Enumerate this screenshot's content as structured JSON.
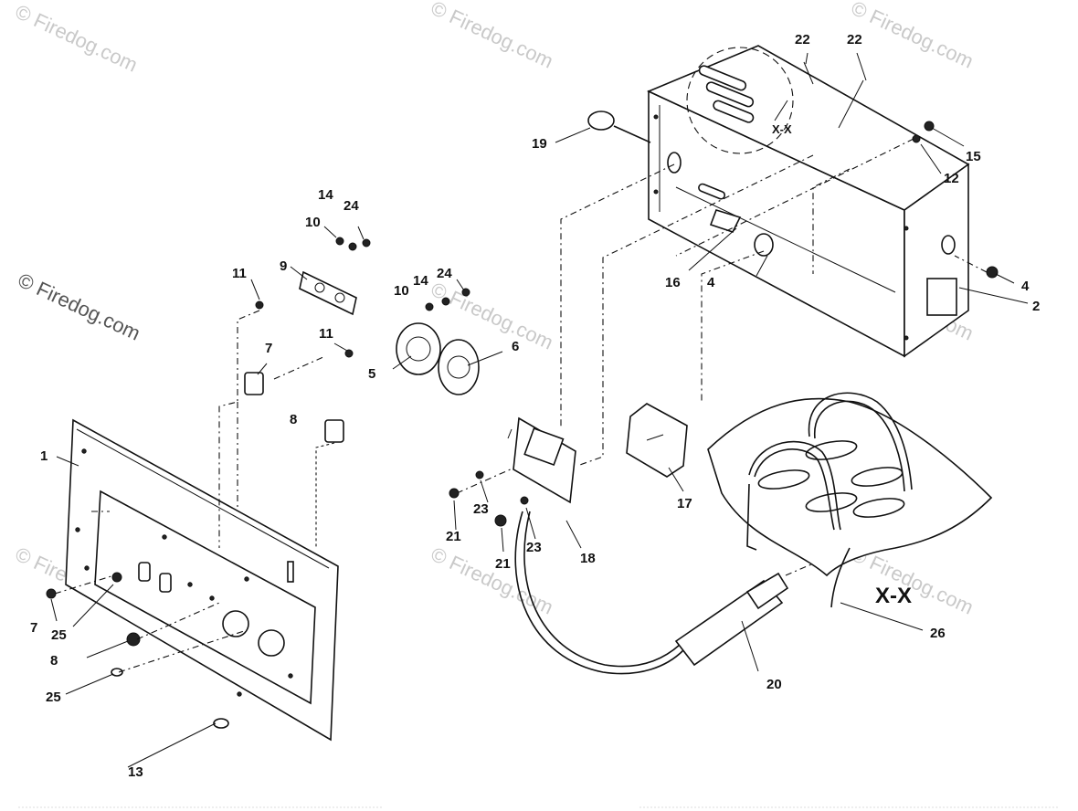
{
  "watermark": "© Firedog.com",
  "callouts": {
    "n1": "1",
    "n2": "2",
    "n4a": "4",
    "n4b": "4",
    "n5": "5",
    "n6": "6",
    "n7a": "7",
    "n7b": "7",
    "n8a": "8",
    "n8b": "8",
    "n9": "9",
    "n10a": "10",
    "n10b": "10",
    "n11a": "11",
    "n11b": "11",
    "n12": "12",
    "n13": "13",
    "n14a": "14",
    "n14b": "14",
    "n15": "15",
    "n16": "16",
    "n17": "17",
    "n18": "18",
    "n19": "19",
    "n20": "20",
    "n21a": "21",
    "n21b": "21",
    "n22a": "22",
    "n22b": "22",
    "n23a": "23",
    "n23b": "23",
    "n24a": "24",
    "n24b": "24",
    "n25a": "25",
    "n25b": "25",
    "n26": "26"
  },
  "section_label_small": "X-X",
  "section_label_large": "X-X"
}
